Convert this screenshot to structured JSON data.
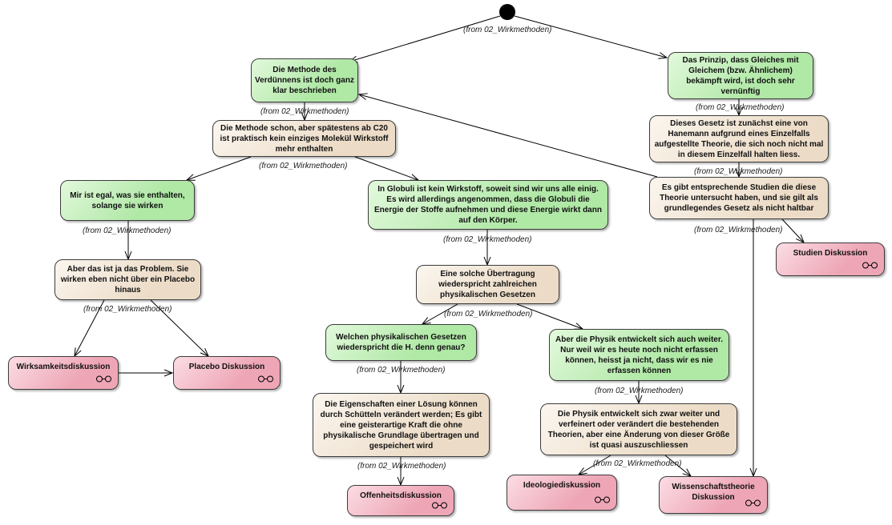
{
  "diagram": {
    "from_label": "(from 02_Wirkmethoden)",
    "nodes": {
      "methode_klar": {
        "lines": [
          "Die Methode des",
          "Verdünnens ist doch ganz",
          "klar beschrieben"
        ]
      },
      "prinzip_gleiches": {
        "lines": [
          "Das Prinzip, dass Gleiches mit",
          "Gleichem (bzw. Ähnlichem)",
          "bekämpft wird, ist doch sehr",
          "vernünftig"
        ]
      },
      "kein_molekuel": {
        "lines": [
          "Die Methode schon, aber spätestens ab C20",
          "ist praktisch kein einziges Molekül Wirkstoff",
          "mehr enthalten"
        ]
      },
      "gesetz_einzelfall": {
        "lines": [
          "Dieses Gesetz ist zunächst eine von",
          "Hanemann aufgrund eines Einzelfalls",
          "aufgestellte Theorie, die sich noch nicht mal",
          "in diesem Einzelfall halten liess."
        ]
      },
      "studien_nicht_haltbar": {
        "lines": [
          "Es gibt entsprechende Studien die diese",
          "Theorie untersucht haben, und sie gilt als",
          "grundlegendes Gesetz als nicht haltbar"
        ]
      },
      "egal_solange_wirken": {
        "lines": [
          "Mir ist egal, was sie enthalten,",
          "solange sie wirken"
        ]
      },
      "globuli_energie": {
        "lines": [
          "In Globuli ist kein Wirkstoff, soweit sind wir uns alle einig.",
          "Es wird allerdings angenommen, dass die Globuli die",
          "Energie der Stoffe aufnehmen und diese Energie wirkt dann",
          "auf den Körper."
        ]
      },
      "studien_diskussion": {
        "lines": [
          "Studien Diskussion"
        ]
      },
      "placebo_problem": {
        "lines": [
          "Aber das ist ja das Problem. Sie",
          "wirken eben nicht über ein Placebo",
          "hinaus"
        ]
      },
      "widerspricht_gesetzen": {
        "lines": [
          "Eine solche Übertragung",
          "wiederspricht zahlreichen",
          "physikalischen Gesetzen"
        ]
      },
      "welche_gesetze": {
        "lines": [
          "Welchen physikalischen Gesetzen",
          "wiederspricht die H. denn genau?"
        ]
      },
      "physik_entwickelt": {
        "lines": [
          "Aber die Physik entwickelt sich auch weiter.",
          "Nur weil wir es heute noch nicht erfassen",
          "können, heisst ja nicht, dass wir es nie",
          "erfassen können"
        ]
      },
      "wirksamkeitsdiskussion": {
        "lines": [
          "Wirksamkeitsdiskussion"
        ]
      },
      "placebo_diskussion": {
        "lines": [
          "Placebo Diskussion"
        ]
      },
      "eigenschaften_schuetteln": {
        "lines": [
          "Die Eigenschaften einer Lösung können",
          "durch Schütteln verändert werden; Es gibt",
          "eine geisterartige Kraft die ohne",
          "physikalische Grundlage übertragen und",
          "gespeichert wird"
        ]
      },
      "aenderung_ausgeschlossen": {
        "lines": [
          "Die Physik entwickelt sich zwar weiter und",
          "verfeinert oder verändert die bestehenden",
          "Theorien, aber eine Änderung von dieser Größe",
          "ist quasi auszuschliessen"
        ]
      },
      "offenheitsdiskussion": {
        "lines": [
          "Offenheitsdiskussion"
        ]
      },
      "ideologiediskussion": {
        "lines": [
          "Ideologiediskussion"
        ]
      },
      "wissenschaftstheorie": {
        "lines": [
          "Wissenschaftstheorie",
          "Diskussion"
        ]
      }
    }
  },
  "colors": {
    "green_node": "#b0e8a6",
    "beige_node": "#ecdcc7",
    "pink_node": "#eea6b6",
    "edge": "#000000"
  }
}
